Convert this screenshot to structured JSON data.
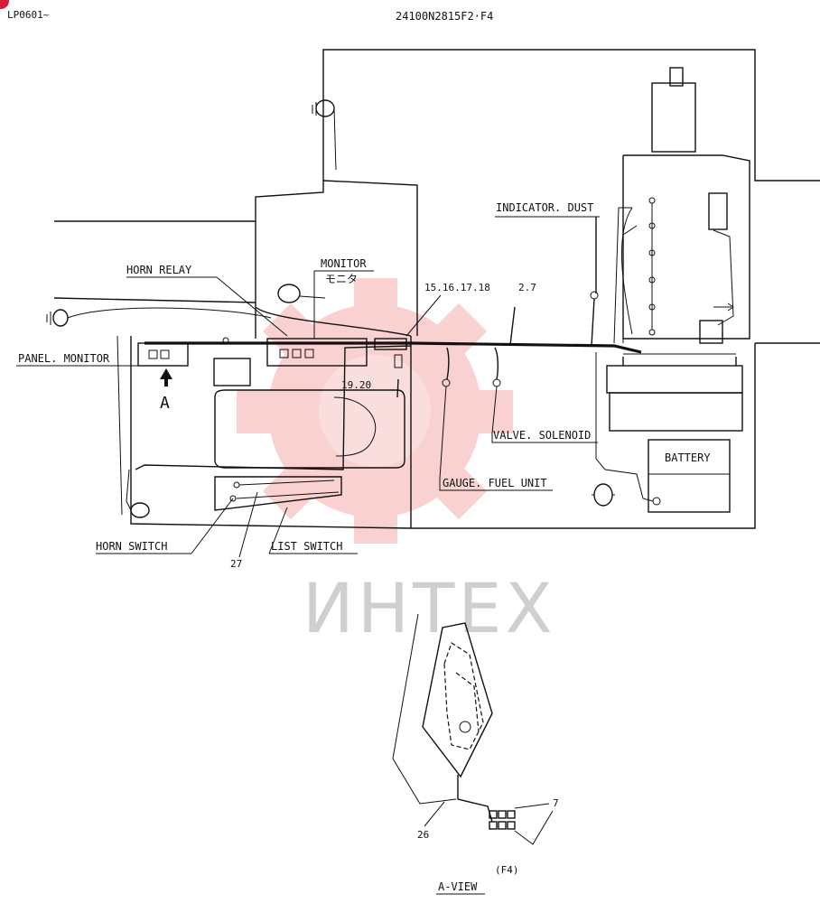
{
  "header": {
    "page_ref": "LP0601~",
    "drawing_no": "24100N2815F2·F4"
  },
  "labels": {
    "horn_relay": "HORN  RELAY",
    "monitor": "MONITOR",
    "monitor_jp": "モニタ",
    "panel_monitor": "PANEL. MONITOR",
    "view_marker": "A",
    "indicator_dust": "INDICATOR. DUST",
    "ref_15_18": "15.16.17.18",
    "ref_2_7": "2.7",
    "ref_19_20": "19.20",
    "valve_solenoid": "VALVE. SOLENOID",
    "gauge_fuel_unit": "GAUGE. FUEL  UNIT",
    "battery": "BATTERY",
    "horn_switch": "HORN  SWITCH",
    "list_switch": "LIST  SWITCH",
    "ref_27": "27",
    "ref_7": "7",
    "ref_26": "26",
    "sheet": "(F4)",
    "a_view": "A-VIEW"
  },
  "watermark": {
    "text": "ИНТЕХ",
    "color": "#e8312f"
  }
}
